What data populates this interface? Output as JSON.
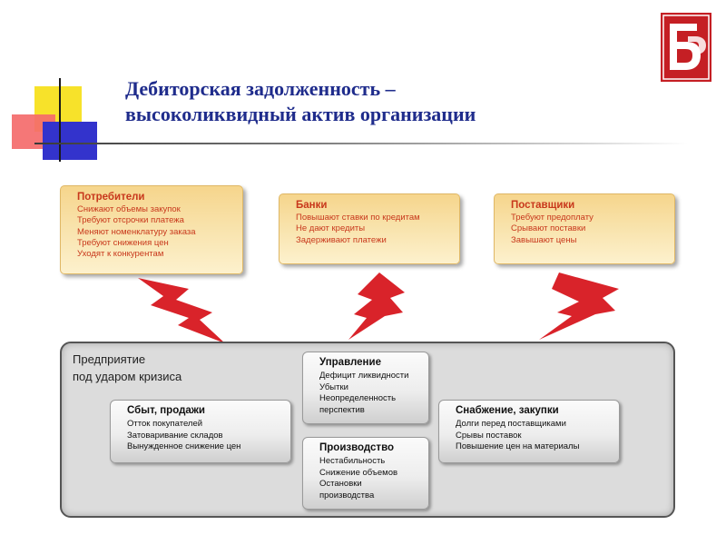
{
  "title": {
    "line1": "Дебиторская задолженность –",
    "line2": "высоколиквидный актив организации"
  },
  "colors": {
    "title": "#1f2c8c",
    "box_text": "#c8381c",
    "bolt": "#d9232a",
    "logo": "#c51f24"
  },
  "pressures": [
    {
      "title": "Потребители",
      "items": [
        "Снижают объемы закупок",
        "Требуют отсрочки платежа",
        "Меняют номенклатуру заказа",
        "Требуют снижения цен",
        "Уходят к конкурентам"
      ]
    },
    {
      "title": "Банки",
      "items": [
        "Повышают ставки по кредитам",
        "Не дают кредиты",
        "Задерживают платежи"
      ]
    },
    {
      "title": "Поставщики",
      "items": [
        "Требуют предоплату",
        "Срывают поставки",
        "Завышают цены"
      ]
    }
  ],
  "enterprise": {
    "label_line1": "Предприятие",
    "label_line2": "под ударом кризиса",
    "management": {
      "title": "Управление",
      "items": [
        "Дефицит ликвидности",
        "Убытки",
        "Неопределенность",
        "перспектив"
      ]
    },
    "sales": {
      "title": "Сбыт, продажи",
      "items": [
        "Отток покупателей",
        "Затоваривание складов",
        "Вынужденное снижение цен"
      ]
    },
    "production": {
      "title": "Производство",
      "items": [
        "Нестабильность",
        "Снижение объемов",
        "Остановки",
        "производства"
      ]
    },
    "supply": {
      "title": "Снабжение, закупки",
      "items": [
        "Долги перед поставщиками",
        "Срывы поставок",
        "Повышение цен на материалы"
      ]
    }
  }
}
